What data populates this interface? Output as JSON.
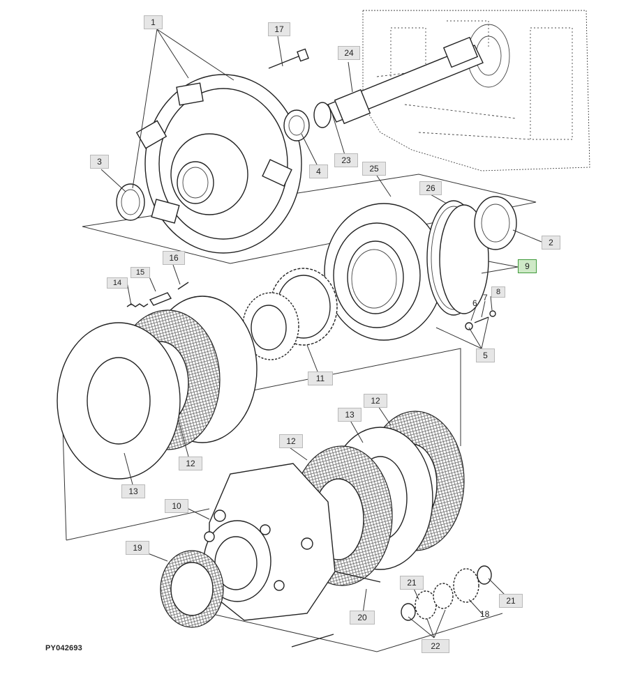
{
  "figure_id": "PY042693",
  "callouts": [
    {
      "id": "c1",
      "label": "1"
    },
    {
      "id": "c17",
      "label": "17"
    },
    {
      "id": "c24",
      "label": "24"
    },
    {
      "id": "c3",
      "label": "3"
    },
    {
      "id": "c4",
      "label": "4"
    },
    {
      "id": "c23",
      "label": "23"
    },
    {
      "id": "c25",
      "label": "25"
    },
    {
      "id": "c26",
      "label": "26"
    },
    {
      "id": "c2",
      "label": "2"
    },
    {
      "id": "c9",
      "label": "9",
      "highlighted": true
    },
    {
      "id": "c16",
      "label": "16"
    },
    {
      "id": "c15",
      "label": "15"
    },
    {
      "id": "c14",
      "label": "14"
    },
    {
      "id": "c8",
      "label": "8"
    },
    {
      "id": "c7",
      "label": "7"
    },
    {
      "id": "c6",
      "label": "6"
    },
    {
      "id": "c5",
      "label": "5"
    },
    {
      "id": "c11",
      "label": "11"
    },
    {
      "id": "c12a",
      "label": "12"
    },
    {
      "id": "c13a",
      "label": "13"
    },
    {
      "id": "c12b",
      "label": "12"
    },
    {
      "id": "c13b",
      "label": "13"
    },
    {
      "id": "c12c",
      "label": "12"
    },
    {
      "id": "c10",
      "label": "10"
    },
    {
      "id": "c19",
      "label": "19"
    },
    {
      "id": "c21a",
      "label": "21"
    },
    {
      "id": "c21b",
      "label": "21"
    },
    {
      "id": "c18",
      "label": "18"
    },
    {
      "id": "c20",
      "label": "20"
    },
    {
      "id": "c22",
      "label": "22"
    }
  ],
  "colors": {
    "callout_fill": "#e6e6e6",
    "callout_border": "#b9b9b9",
    "highlight_fill": "#cfe9c7",
    "highlight_border": "#3f9a3a",
    "line_art": "#222222"
  }
}
